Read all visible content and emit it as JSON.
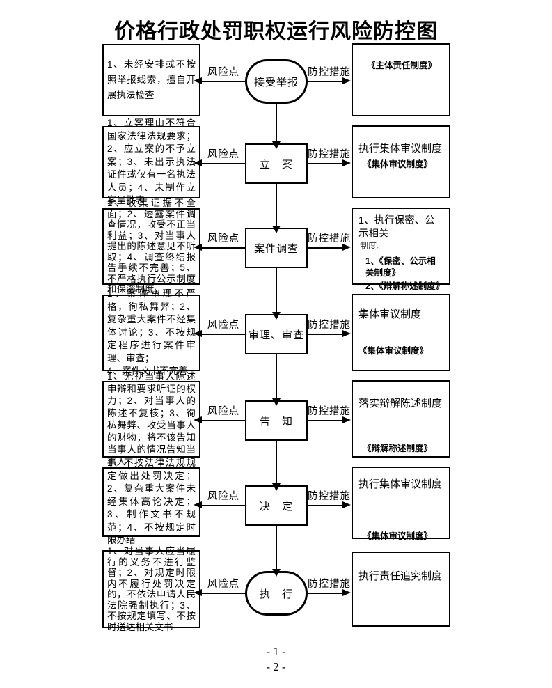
{
  "title": "价格行政处罚职权运行风险防控图",
  "labels": {
    "risk": "风险点",
    "measure": "防控措施"
  },
  "footer": {
    "page1": "- 1 -",
    "page2": "- 2 -"
  },
  "rows": [
    {
      "step": "接受举报",
      "shape": "oval",
      "risk_text": "1、未经安排或不按照举报线索，擅自开展执法检查",
      "measures": [
        {
          "t": "《主体责任制度》",
          "b": true
        }
      ]
    },
    {
      "step": "立　案",
      "shape": "rect",
      "risk_text": "1、立案理由不符合国家法律法规要求；2、应立案的不予立案；3、未出示执法证件或仅有一名执法人员；4、未制作立案呈批表",
      "measures": [
        {
          "t": "执行集体审议制度",
          "b": false
        },
        {
          "t": "《集体审议制度》",
          "b": true
        }
      ]
    },
    {
      "step": "案件调查",
      "shape": "rect",
      "risk_text": "1、收集证据不全面；2、透露案件调查情况，收受不正当利益；3、对当事人提出的陈述意见不听取；4、调查终结报告手续不完善；5、不严格执行公示制度和保密制度，",
      "measures": [
        {
          "t": "1、执行保密、公示相关",
          "b": false
        },
        {
          "t": "制度。",
          "b": false,
          "small": true
        },
        {
          "t": "1、《保密、公示相关制度》",
          "b": true
        },
        {
          "t": "2、《辩解称述制度》",
          "b": true
        }
      ]
    },
    {
      "step": "审理、审查",
      "shape": "rect",
      "risk_text": "1、案件审理不严格，徇私舞弊；2、复杂重大案件不经集体讨论；3、不按规定程序进行案件审理、审查；\n4、案件文书不完善",
      "measures": [
        {
          "t": "集体审议制度",
          "b": false
        },
        {
          "t": "《集体审议制度》",
          "b": true
        }
      ]
    },
    {
      "step": "告　知",
      "shape": "rect",
      "risk_text": "1、无视当事人陈述申辩和要求听证的权力；2、对当事人的陈述不复核；3、徇私舞弊、收受当事人的财物，将不该告知当事人的情况告知当事人",
      "measures": [
        {
          "t": "落实辩解陈述制度",
          "b": false
        },
        {
          "t": "《辩解称述制度》",
          "b": true
        }
      ]
    },
    {
      "step": "决　定",
      "shape": "rect",
      "risk_text": "1、不按法律法规规定做出处罚决定；2、复杂重大案件未经集体高论决定；3、制作文书不规范；4、不按规定时限办结",
      "measures": [
        {
          "t": "执行集体审议制度",
          "b": false
        },
        {
          "t": "《集体审议制度》",
          "b": true
        }
      ]
    },
    {
      "step": "执　行",
      "shape": "oval",
      "risk_text": "1、对当事人应当履行的义务不进行监督；2、对规定时限内不履行处罚决定的，不依法申请人民法院强制执行；3、不按规定填写、不按时送达相关文书",
      "measures": [
        {
          "t": "执行责任追究制度",
          "b": false
        }
      ]
    }
  ]
}
